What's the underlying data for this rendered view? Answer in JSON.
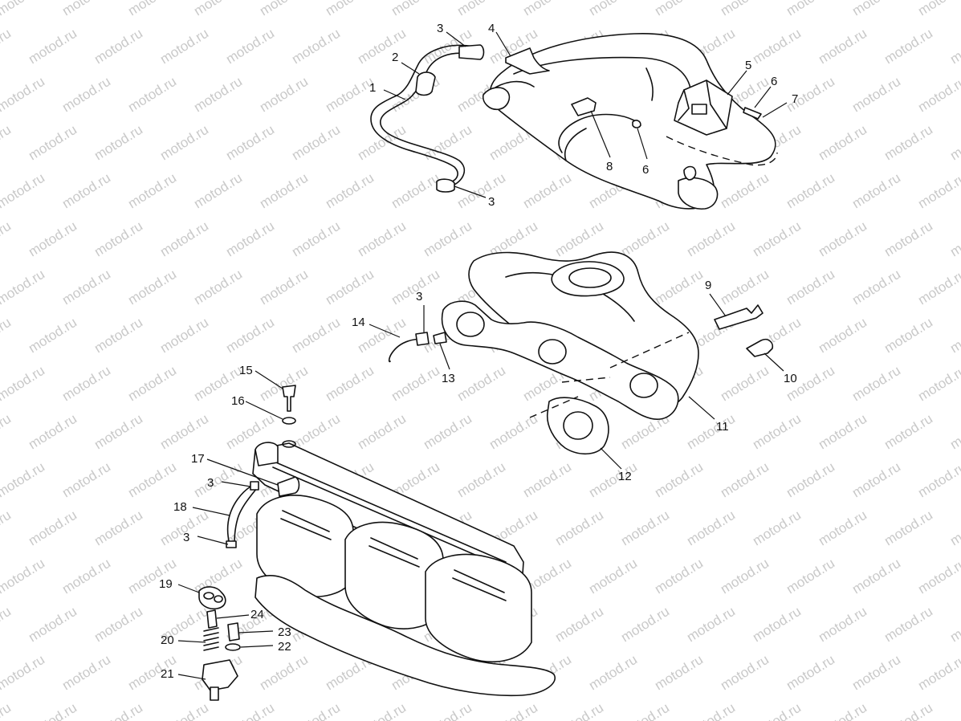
{
  "watermark": "motod.ru",
  "callouts": [
    {
      "id": "c1",
      "label": "1"
    },
    {
      "id": "c2",
      "label": "2"
    },
    {
      "id": "c3a",
      "label": "3"
    },
    {
      "id": "c4",
      "label": "4"
    },
    {
      "id": "c5",
      "label": "5"
    },
    {
      "id": "c6a",
      "label": "6"
    },
    {
      "id": "c7",
      "label": "7"
    },
    {
      "id": "c8",
      "label": "8"
    },
    {
      "id": "c6b",
      "label": "6"
    },
    {
      "id": "c3b",
      "label": "3"
    },
    {
      "id": "c9",
      "label": "9"
    },
    {
      "id": "c3c",
      "label": "3"
    },
    {
      "id": "c14",
      "label": "14"
    },
    {
      "id": "c13",
      "label": "13"
    },
    {
      "id": "c10",
      "label": "10"
    },
    {
      "id": "c11",
      "label": "11"
    },
    {
      "id": "c12",
      "label": "12"
    },
    {
      "id": "c15",
      "label": "15"
    },
    {
      "id": "c16",
      "label": "16"
    },
    {
      "id": "c17",
      "label": "17"
    },
    {
      "id": "c3d",
      "label": "3"
    },
    {
      "id": "c18",
      "label": "18"
    },
    {
      "id": "c3e",
      "label": "3"
    },
    {
      "id": "c19",
      "label": "19"
    },
    {
      "id": "c24",
      "label": "24"
    },
    {
      "id": "c20",
      "label": "20"
    },
    {
      "id": "c23",
      "label": "23"
    },
    {
      "id": "c22",
      "label": "22"
    },
    {
      "id": "c21",
      "label": "21"
    }
  ]
}
